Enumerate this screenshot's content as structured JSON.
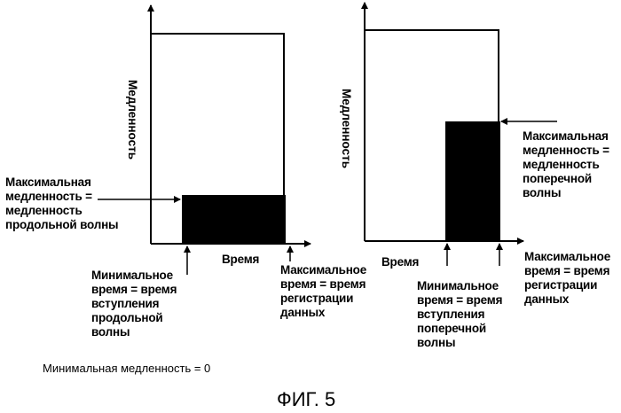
{
  "figure_label": "ФИГ. 5",
  "footnote": "Минимальная медленность = 0",
  "panels": [
    {
      "id": "p-wave",
      "y_axis_label": "Медленность",
      "x_axis_label": "Время",
      "max_slowness_label": [
        "Максимальная",
        "медленность =",
        "медленность",
        "продольной волны"
      ],
      "min_time_label": [
        "Минимальное",
        "время = время",
        "вступления",
        "продольной",
        "волны"
      ],
      "max_time_label": [
        "Максимальное",
        "время = время",
        " регистрации",
        "данных"
      ]
    },
    {
      "id": "s-wave",
      "y_axis_label": "Медленность",
      "x_axis_label": "Время",
      "max_slowness_label": [
        "Максимальная",
        "медленность =",
        "медленность",
        "поперечной",
        "волны"
      ],
      "min_time_label": [
        "Минимальное",
        "время = время",
        "вступления",
        "поперечной",
        "волны"
      ],
      "max_time_label": [
        "Максимальное",
        "время = время",
        "регистрации",
        "данных"
      ]
    }
  ],
  "colors": {
    "ink": "#000000",
    "paper": "#ffffff"
  }
}
